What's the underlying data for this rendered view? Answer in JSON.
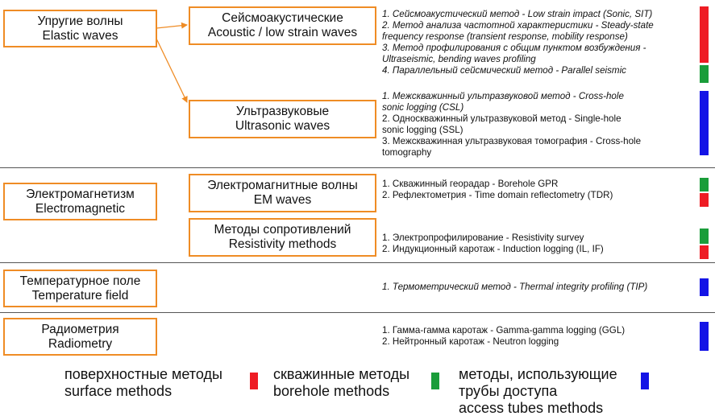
{
  "categories": {
    "elastic": [
      "Упругие волны",
      "Elastic waves"
    ],
    "em": [
      "Электромагнетизм",
      "Electromagnetic"
    ],
    "temp": [
      "Температурное поле",
      "Temperature field"
    ],
    "radio": [
      "Радиометрия",
      "Radiometry"
    ]
  },
  "subcategories": {
    "seismo": [
      "Сейсмоакустические",
      "Acoustic / low strain waves"
    ],
    "ultra": [
      "Ультразвуковые",
      "Ultrasonic waves"
    ],
    "emwaves": [
      "Электромагнитные волны",
      "EM waves"
    ],
    "resist": [
      "Методы сопротивлений",
      "Resistivity methods"
    ]
  },
  "methods": {
    "seismo": [
      "1. Сейсмоакустический метод - Low strain impact (Sonic, SIT)",
      "2. Метод анализа частотной характеристики - Steady-state",
      "frequency response (transient response, mobility response)",
      "3. Метод профилирования с общим пунктом возбуждения -",
      "Ultraseismic, bending waves profiling",
      "4. Параллельный сейсмический метод - Parallel seismic"
    ],
    "ultra": [
      "1. Межскважинный ультразвуковой метод - Cross-hole",
      "sonic logging (CSL)",
      "2. Односкважинный ультразвуковой метод - Single-hole",
      "sonic logging (SSL)",
      "3. Межскважинная ультразвуковая томография - Cross-hole",
      "tomography"
    ],
    "emwaves": [
      "1. Скважинный георадар - Borehole GPR",
      "2. Рефлектометрия - Time domain reflectometry (TDR)"
    ],
    "resist": [
      "1. Электропрофилирование - Resistivity survey",
      "2. Индукционный каротаж - Induction logging (IL, IF)"
    ],
    "temp": [
      "1. Термометрический метод - Thermal integrity profiling (TIP)"
    ],
    "radio": [
      "1. Гамма-гамма каротаж - Gamma-gamma logging (GGL)",
      "2. Нейтронный каротаж - Neutron logging"
    ]
  },
  "legend": {
    "surface": [
      "поверхностные методы",
      "surface methods"
    ],
    "borehole": [
      "скважинные методы",
      "borehole methods"
    ],
    "tubes": [
      "методы, использующие",
      "трубы доступа",
      "access tubes methods"
    ]
  },
  "colors": {
    "accent": "#ef8c25",
    "surface": "#ee1c24",
    "borehole": "#1a9d3a",
    "tubes": "#1414e6"
  }
}
